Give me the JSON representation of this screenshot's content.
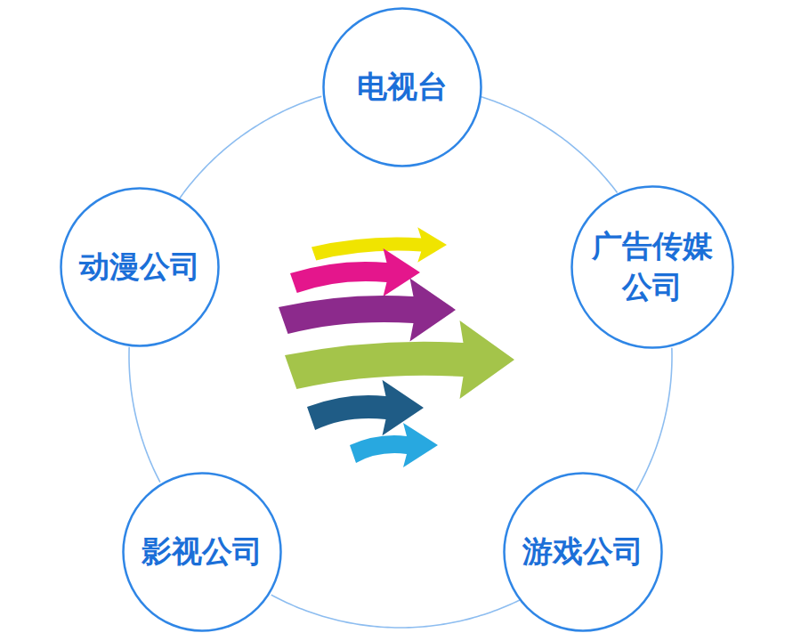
{
  "diagram": {
    "nodes": [
      {
        "text": [
          "电视台"
        ]
      },
      {
        "text": [
          "广告传媒 公司"
        ]
      },
      {
        "text": [
          "游戏公司"
        ]
      },
      {
        "text": [
          "影视公司"
        ]
      },
      {
        "text": [
          "动漫公司"
        ]
      }
    ],
    "edges": [
      {
        "from": 0,
        "to": 1,
        "arrow": "none"
      },
      {
        "from": 1,
        "to": 2,
        "arrow": "none"
      },
      {
        "from": 2,
        "to": 3,
        "arrow": "none"
      },
      {
        "from": 3,
        "to": 4,
        "arrow": "none"
      },
      {
        "from": 4,
        "to": 0,
        "arrow": "none"
      }
    ]
  }
}
